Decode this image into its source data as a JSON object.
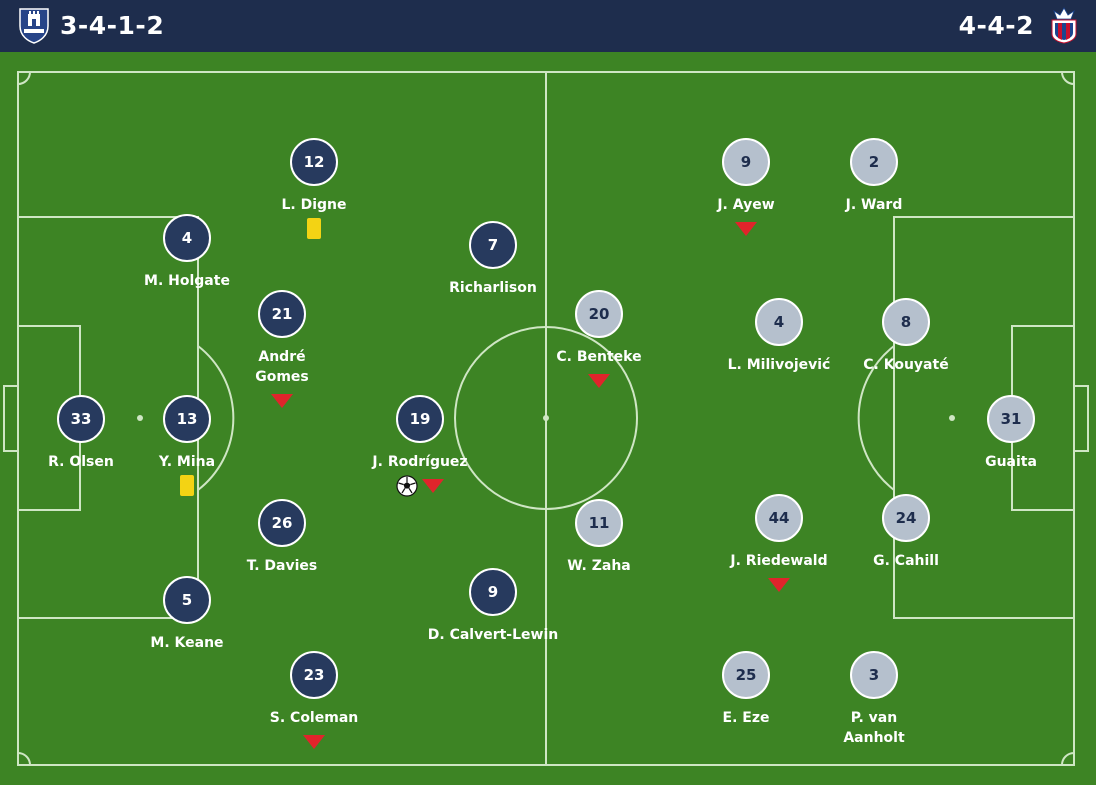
{
  "header": {
    "home_formation": "3-4-1-2",
    "away_formation": "4-4-2",
    "home_crest": "everton-crest-icon",
    "away_crest": "crystal-palace-crest-icon"
  },
  "colors": {
    "pitch": "#3d8424",
    "lines": "#cfe6c4",
    "home_player": "#273a5e",
    "away_player": "#b5c0cd",
    "sub_arrow": "#e0242b",
    "yellow_card": "#f3d314",
    "header_bg": "#1e2d4d"
  },
  "home_players": [
    {
      "number": "33",
      "name": "R. Olsen",
      "events": []
    },
    {
      "number": "4",
      "name": "M. Holgate",
      "events": []
    },
    {
      "number": "13",
      "name": "Y. Mina",
      "events": [
        "yellow-card"
      ]
    },
    {
      "number": "5",
      "name": "M. Keane",
      "events": []
    },
    {
      "number": "12",
      "name": "L. Digne",
      "events": [
        "yellow-card"
      ]
    },
    {
      "number": "21",
      "name": "André Gomes",
      "events": [
        "substituted"
      ]
    },
    {
      "number": "26",
      "name": "T. Davies",
      "events": []
    },
    {
      "number": "23",
      "name": "S. Coleman",
      "events": [
        "substituted"
      ]
    },
    {
      "number": "19",
      "name": "J. Rodríguez",
      "events": [
        "goal",
        "substituted"
      ]
    },
    {
      "number": "7",
      "name": "Richarlison",
      "events": []
    },
    {
      "number": "9",
      "name": "D. Calvert-Lewin",
      "events": []
    }
  ],
  "away_players": [
    {
      "number": "31",
      "name": "Guaita",
      "events": []
    },
    {
      "number": "2",
      "name": "J. Ward",
      "events": []
    },
    {
      "number": "8",
      "name": "C. Kouyaté",
      "events": []
    },
    {
      "number": "24",
      "name": "G. Cahill",
      "events": []
    },
    {
      "number": "3",
      "name": "P. van Aanholt",
      "events": []
    },
    {
      "number": "9",
      "name": "J. Ayew",
      "events": [
        "substituted"
      ]
    },
    {
      "number": "4",
      "name": "L. Milivojević",
      "events": []
    },
    {
      "number": "44",
      "name": "J. Riedewald",
      "events": [
        "substituted"
      ]
    },
    {
      "number": "25",
      "name": "E. Eze",
      "events": []
    },
    {
      "number": "20",
      "name": "C. Benteke",
      "events": [
        "substituted"
      ]
    },
    {
      "number": "11",
      "name": "W. Zaha",
      "events": []
    }
  ]
}
